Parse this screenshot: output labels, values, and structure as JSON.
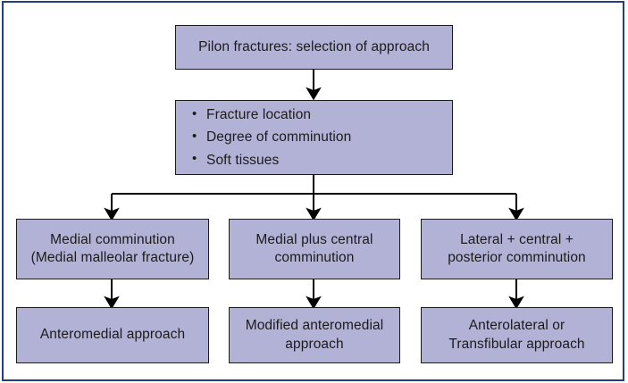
{
  "figure": {
    "type": "flowchart",
    "orientation": "top-down",
    "frame_color": "#243f7f",
    "node_fill": "#b2b2d7",
    "node_border": "#1a1a1a",
    "connector_color": "#000000"
  },
  "nodes": {
    "title_box": {
      "label": "Pilon fractures: selection of approach"
    },
    "criteria_box": {
      "items": [
        "Fracture location",
        "Degree of comminution",
        "Soft tissues"
      ]
    },
    "branch_left": {
      "label": "Medial comminution\n(Medial malleolar fracture)"
    },
    "branch_middle": {
      "label": "Medial plus central\ncomminution"
    },
    "branch_right": {
      "label": "Lateral + central +\nposterior comminution"
    },
    "outcome_left": {
      "label": "Anteromedial approach"
    },
    "outcome_middle": {
      "label": "Modified anteromedial\napproach"
    },
    "outcome_right": {
      "label": "Anterolateral or\nTransfibular approach"
    }
  },
  "connectors": [
    {
      "name": "title-to-criteria",
      "from": "title_box",
      "to": "criteria_box"
    },
    {
      "name": "criteria-to-branch-left",
      "from": "criteria_box",
      "to": "branch_left"
    },
    {
      "name": "criteria-to-branch-middle",
      "from": "criteria_box",
      "to": "branch_middle"
    },
    {
      "name": "criteria-to-branch-right",
      "from": "criteria_box",
      "to": "branch_right"
    },
    {
      "name": "branch-left-to-outcome-left",
      "from": "branch_left",
      "to": "outcome_left"
    },
    {
      "name": "branch-middle-to-outcome-middle",
      "from": "branch_middle",
      "to": "outcome_middle"
    },
    {
      "name": "branch-right-to-outcome-right",
      "from": "branch_right",
      "to": "outcome_right"
    }
  ]
}
